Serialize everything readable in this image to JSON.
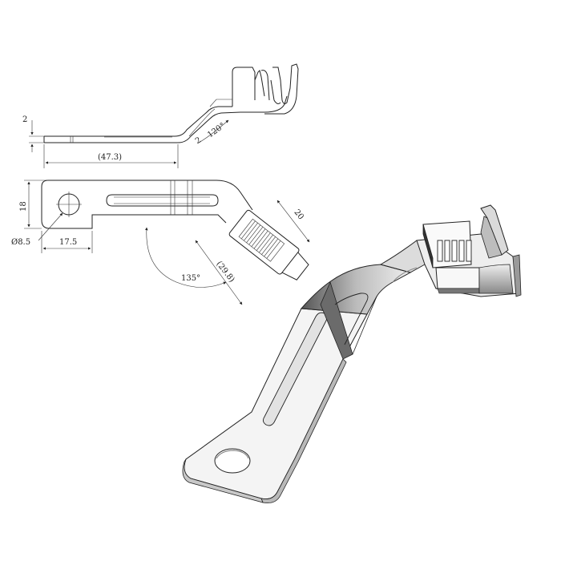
{
  "dimensions": {
    "thickness": "2",
    "length": "(47.3)",
    "bend_angle": "120°",
    "bend_thickness": "2",
    "width": "18",
    "hole_diameter": "Ø8.5",
    "hole_offset": "17.5",
    "crimp_width": "20",
    "crimp_length": "(29.8)",
    "plan_angle": "135°"
  }
}
